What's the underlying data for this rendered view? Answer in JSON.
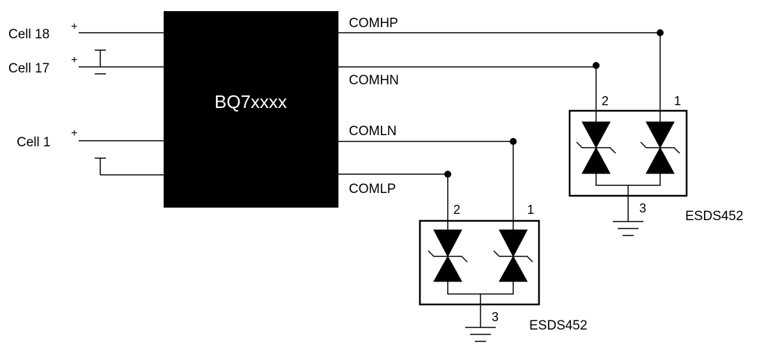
{
  "ic": {
    "label": "BQ7xxxx"
  },
  "cells": {
    "c18": "Cell 18",
    "c17": "Cell 17",
    "c1": "Cell 1",
    "plus": "+"
  },
  "signals": {
    "comhp": "COMHP",
    "comhn": "COMHN",
    "comln": "COMLN",
    "comlp": "COMLP"
  },
  "esd_upper": {
    "part": "ESDS452",
    "pin1": "1",
    "pin2": "2",
    "pin3": "3"
  },
  "esd_lower": {
    "part": "ESDS452",
    "pin1": "1",
    "pin2": "2",
    "pin3": "3"
  }
}
